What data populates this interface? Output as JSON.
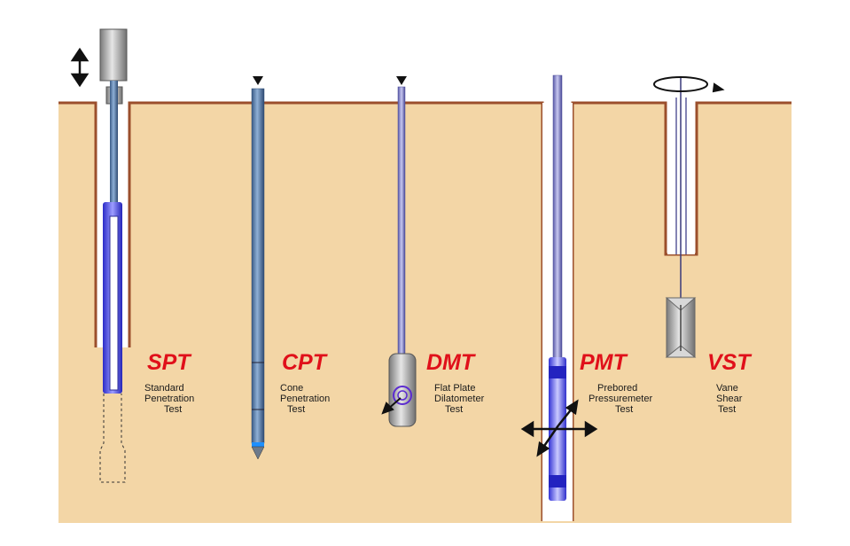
{
  "colors": {
    "soil": "#f3d6a6",
    "soil_outline": "#9b4f2c",
    "label_red": "#e0101a",
    "rod_blue": "#4d6f9c",
    "sampler_blue": "#3b3bd8",
    "steel_gray": "#9b9b9b"
  },
  "tests": [
    {
      "abbr": "SPT",
      "lines": [
        "Standard",
        "Penetration",
        "Test"
      ]
    },
    {
      "abbr": "CPT",
      "lines": [
        "Cone",
        "Penetration",
        "Test"
      ]
    },
    {
      "abbr": "DMT",
      "lines": [
        "Flat Plate",
        "Dilatometer",
        "Test"
      ]
    },
    {
      "abbr": "PMT",
      "lines": [
        "Prebored",
        "Pressuremeter",
        "Test"
      ]
    },
    {
      "abbr": "VST",
      "lines": [
        "Vane",
        "Shear",
        "Test"
      ]
    }
  ]
}
